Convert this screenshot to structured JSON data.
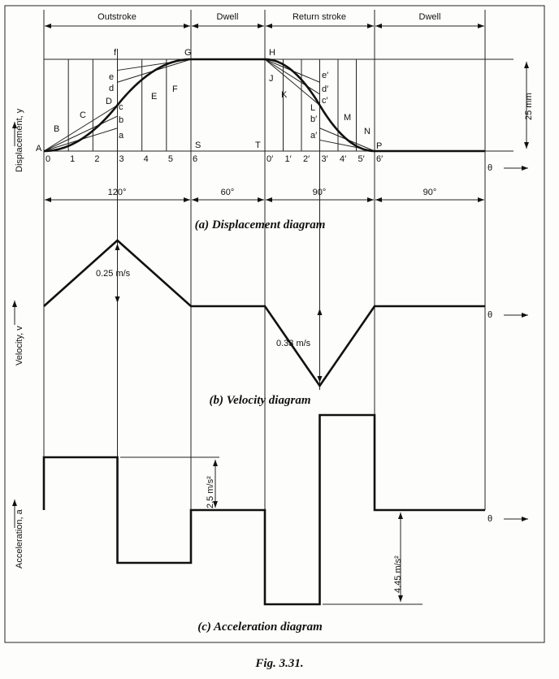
{
  "figure_caption": "Fig. 3.31.",
  "displacement": {
    "caption": "(a) Displacement diagram",
    "y_axis_label": "Displacement, y",
    "theta_label": "θ",
    "phases": [
      "Outstroke",
      "Dwell",
      "Return stroke",
      "Dwell"
    ],
    "angles": [
      "120°",
      "60°",
      "90°",
      "90°"
    ],
    "lift": "25 mm",
    "outstroke_divisions": [
      "0",
      "1",
      "2",
      "3",
      "4",
      "5",
      "6"
    ],
    "return_divisions": [
      "0′",
      "1′",
      "2′",
      "3′",
      "4′",
      "5′",
      "6′"
    ],
    "curve_points_out": [
      "A",
      "B",
      "C",
      "D",
      "E",
      "F",
      "G"
    ],
    "curve_points_ret": [
      "H",
      "J",
      "K",
      "L",
      "M",
      "N",
      "P"
    ],
    "construction_out": [
      "a",
      "b",
      "c",
      "d",
      "e",
      "f"
    ],
    "construction_ret": [
      "a′",
      "b′",
      "c′",
      "d′",
      "e′"
    ],
    "dwell_points": [
      "S",
      "T"
    ]
  },
  "velocity": {
    "caption": "(b) Velocity diagram",
    "y_axis_label": "Velocity, v",
    "theta_label": "θ",
    "max_out": "0.25 m/s",
    "max_ret": "0.33 m/s"
  },
  "acceleration": {
    "caption": "(c) Acceleration diagram",
    "y_axis_label": "Acceleration, a",
    "theta_label": "θ",
    "out_value": "2.5 m/s²",
    "ret_value": "4.45 m/s²"
  }
}
